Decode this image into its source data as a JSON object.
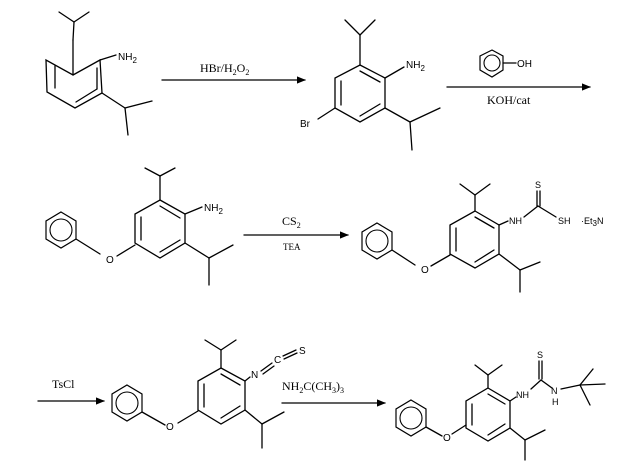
{
  "atoms": {
    "nh2_a": "NH",
    "nh2_b": "NH",
    "nh2_c": "NH",
    "two": "2",
    "br": "Br",
    "oh": "OH",
    "o": "O",
    "nh": "NH",
    "s": "S",
    "sh": "SH",
    "n": "N",
    "c": "C",
    "h": "H",
    "et3n_pre": "·Et",
    "three": "3",
    "et3n_post": "N"
  },
  "reagents": {
    "step1_a": "HBr/H",
    "step1_sub1": "2",
    "step1_b": "O",
    "step1_sub2": "2",
    "step2": "KOH/cat",
    "step3_top": "CS",
    "step3_sub": "2",
    "step3_bottom": "TEA",
    "step4": "TsCl",
    "step5_a": "NH",
    "step5_sub1": "2",
    "step5_b": "C(CH",
    "step5_sub2": "3",
    "step5_c": ")",
    "step5_sub3": "3"
  }
}
